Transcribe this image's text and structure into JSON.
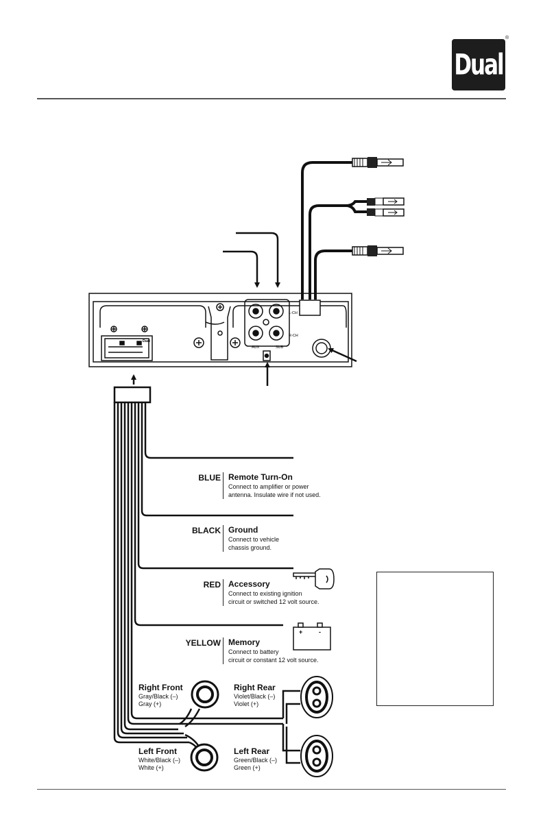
{
  "brand": {
    "name": "Dual",
    "registered_mark": "®"
  },
  "head_unit": {
    "jack_labels": {
      "left_channel": "L-CH",
      "right_channel": "R-CH",
      "aux": "AUX",
      "subwoofer": "SUB"
    },
    "connector_text": "Dual"
  },
  "wires": [
    {
      "color_label": "BLUE",
      "title": "Remote Turn-On",
      "line1": "Connect to amplifier or power",
      "line2": "antenna. Insulate wire if not used."
    },
    {
      "color_label": "BLACK",
      "title": "Ground",
      "line1": "Connect to vehicle",
      "line2": "chassis ground."
    },
    {
      "color_label": "RED",
      "title": "Accessory",
      "line1": "Connect to existing ignition",
      "line2": "circuit or switched 12 volt source."
    },
    {
      "color_label": "YELLOW",
      "title": "Memory",
      "line1": "Connect to battery",
      "line2": "circuit or constant 12 volt source."
    }
  ],
  "battery": {
    "plus": "+",
    "minus": "-"
  },
  "speakers": {
    "right_front": {
      "title": "Right Front",
      "neg": "Gray/Black (–)",
      "pos": "Gray (+)"
    },
    "right_rear": {
      "title": "Right Rear",
      "neg": "Violet/Black (–)",
      "pos": "Violet (+)"
    },
    "left_front": {
      "title": "Left Front",
      "neg": "White/Black (–)",
      "pos": "White (+)"
    },
    "left_rear": {
      "title": "Left Rear",
      "neg": "Green/Black (–)",
      "pos": "Green (+)"
    }
  }
}
